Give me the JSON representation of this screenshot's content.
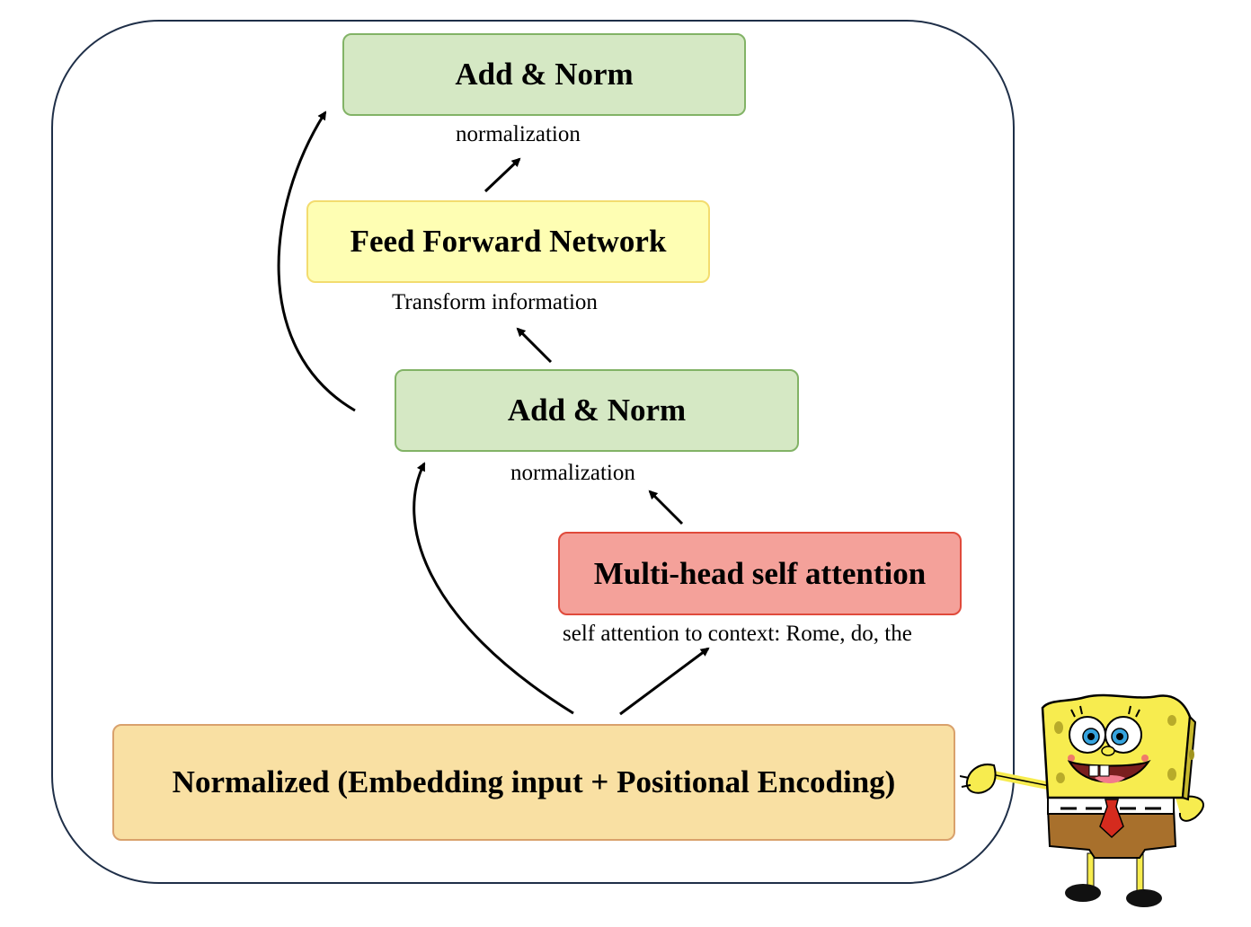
{
  "boxes": {
    "add_norm_top": "Add & Norm",
    "feed_forward": "Feed Forward Network",
    "add_norm_middle": "Add & Norm",
    "multi_head": "Multi-head self attention",
    "input": "Normalized (Embedding input + Positional Encoding)"
  },
  "captions": {
    "norm_top": "normalization",
    "transform": "Transform information",
    "norm_middle": "normalization",
    "self_attention": "self attention to context: Rome, do, the"
  },
  "colors": {
    "add_norm_fill": "#d5e8c4",
    "feed_forward_fill": "#fefeb3",
    "attention_fill": "#f4a19a",
    "input_fill": "#f9e0a3",
    "frame_stroke": "#1f2f48"
  },
  "illustration": "spongebob-character"
}
